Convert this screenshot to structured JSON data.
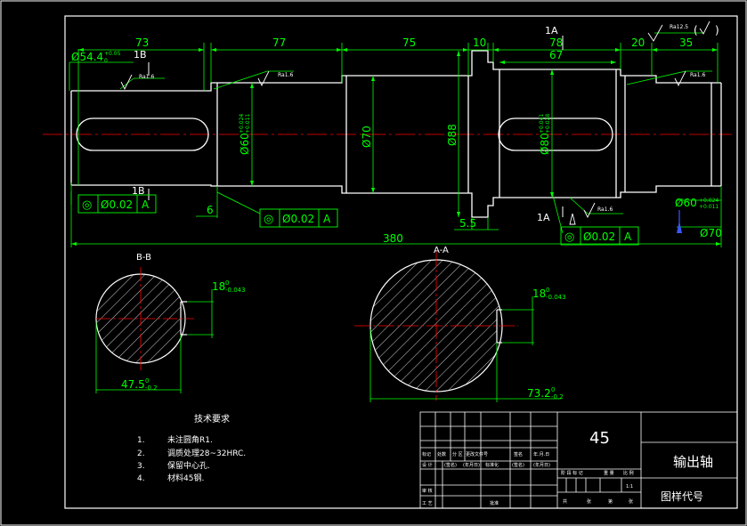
{
  "colors": {
    "background": "#000000",
    "outline": "#ffffff",
    "dimension": "#00ff00",
    "centerline": "#ff0000",
    "hatch": "#ffffff",
    "marker": "#3a56ff"
  },
  "dimensions": {
    "len_73": "73",
    "len_77": "77",
    "len_75": "75",
    "len_10": "10",
    "len_78": "78",
    "len_20": "20",
    "len_35": "35",
    "len_67": "67",
    "len_380": "380",
    "len_6": "6",
    "len_5_5": "5.5",
    "dia_54_4": "Ø54.4",
    "dia_54_4_tol_up": "+0.05",
    "dia_54_4_tol_low": "0",
    "dia_60": "Ø60",
    "dia_60_tol_up": "+0.024",
    "dia_60_tol_low": "+0.011",
    "dia_70": "Ø70",
    "dia_88": "Ø88",
    "dia_80": "Ø80",
    "dia_80_tol_up": "+0.041",
    "dia_80_tol_low": "+0.028",
    "dia_60_right": "Ø60",
    "dia_60_right_tol_up": "+0.024",
    "dia_60_right_tol_low": "+0.011",
    "dia_70_right": "Ø70"
  },
  "roughness": {
    "ra16": "Ra1.6",
    "ra125": "Ra12.5",
    "ra125_paren": "(",
    "ra125_paren_close": ")"
  },
  "section_marks": {
    "b1": "1B",
    "b2": "1B",
    "a1": "1A",
    "a2": "1A"
  },
  "tolerance_frames": {
    "symbol": "◎",
    "value": "Ø0.02",
    "datum": "A"
  },
  "sections": {
    "bb_title": "B-B",
    "bb_width": "18",
    "bb_width_tol_up": "0",
    "bb_width_tol_low": "-0.043",
    "bb_depth": "47.5",
    "bb_depth_tol_up": "0",
    "bb_depth_tol_low": "-0.2",
    "aa_title": "A-A",
    "aa_width": "18",
    "aa_width_tol_up": "0",
    "aa_width_tol_low": "-0.043",
    "aa_depth": "73.2",
    "aa_depth_tol_up": "0",
    "aa_depth_tol_low": "-0.2"
  },
  "notes": {
    "title": "技术要求",
    "items": [
      {
        "num": "1.",
        "text": "未注圆角R1."
      },
      {
        "num": "2.",
        "text": "调质处理28~32HRC."
      },
      {
        "num": "3.",
        "text": "保留中心孔."
      },
      {
        "num": "4.",
        "text": "材料45钢."
      }
    ]
  },
  "title_block": {
    "material": "45",
    "part_name": "输出轴",
    "drawing_code_label": "图样代号",
    "scale": "1:1",
    "row_labels": [
      "标记",
      "处数",
      "分 区",
      "更改文件号",
      "签名",
      "年.月.日"
    ],
    "design_row": [
      "设 计",
      "(签名)",
      "(年月日)",
      "标准化",
      "(签名)",
      "(年月日)"
    ],
    "stage_labels": [
      "阶 段 标 记",
      "重 量",
      "比 例"
    ],
    "bottom_left": [
      "审 核",
      "工 艺"
    ],
    "approve": "批准",
    "sheets": [
      "共",
      "张",
      "第",
      "张"
    ]
  }
}
